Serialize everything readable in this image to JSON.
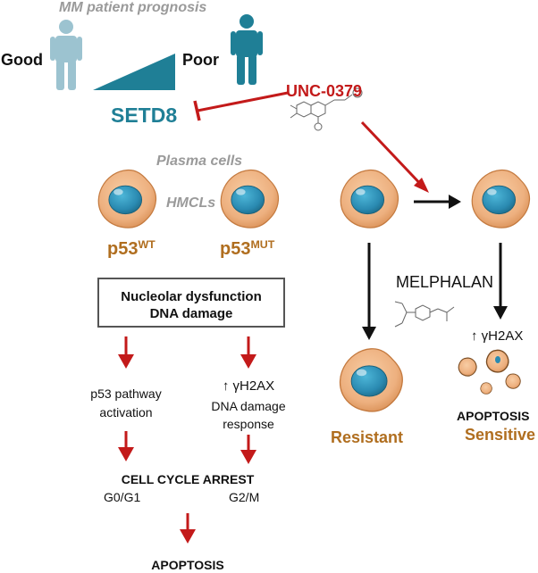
{
  "colors": {
    "teal": "#1f7f96",
    "light_teal": "#9cc3d0",
    "red": "#c31a1a",
    "brown": "#b06e1f",
    "cell_body": "#edb07f",
    "nucleus": "#2a8ab1",
    "arrow_black": "#111111"
  },
  "header": {
    "title": "MM patient prognosis",
    "good": "Good",
    "poor": "Poor"
  },
  "target": {
    "gene": "SETD8",
    "inhibitor": "UNC-0379"
  },
  "cells": {
    "plasma_cells": "Plasma cells",
    "hmcls": "HMCLs",
    "p53_prefix": "p53",
    "wt": "WT",
    "mut": "MUT"
  },
  "box": {
    "line1": "Nucleolar dysfunction",
    "line2": "DNA damage"
  },
  "left_path": {
    "p53_line1": "p53 pathway",
    "p53_line2": "activation",
    "gamma_arrow": "↑",
    "gamma": "γH2AX",
    "ddr_line1": "DNA damage",
    "ddr_line2": "response",
    "arrest": "CELL CYCLE ARREST",
    "g0g1": "G0/G1",
    "g2m": "G2/M",
    "apoptosis": "APOPTOSIS"
  },
  "right_path": {
    "drug": "MELPHALAN",
    "gamma_arrow": "↑",
    "gamma": "γH2AX",
    "resistant": "Resistant",
    "apoptosis": "APOPTOSIS",
    "sensitive": "Sensitive"
  },
  "icons": [
    "person-icon",
    "cell-icon",
    "molecule-icon",
    "wedge-icon",
    "arrow-icon",
    "inhibition-icon"
  ]
}
